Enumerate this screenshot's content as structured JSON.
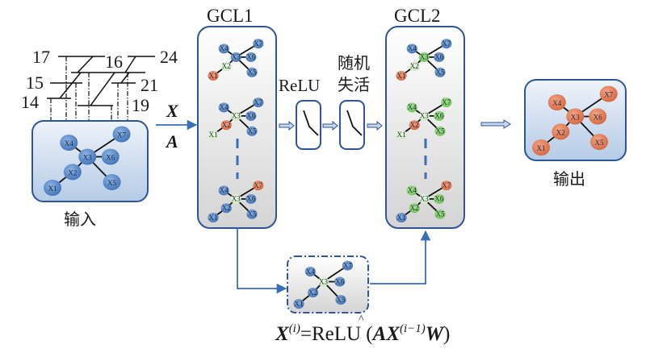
{
  "colors": {
    "box_border": "#2f5597",
    "input_fill_top": "#e9f0f8",
    "input_fill_bottom": "#b9cde6",
    "panel_fill_top": "#ffffff",
    "panel_fill_bottom": "#d6d6d6",
    "node_blue": "#4a7ec4",
    "node_orange": "#e07a55",
    "node_green": "#7fcf6a",
    "node_light_green": "#d7f0c8",
    "arrow_blue": "#3a6fb8"
  },
  "input": {
    "label": "输入",
    "tree_labels": [
      "17",
      "16",
      "24",
      "15",
      "21",
      "14",
      "19"
    ],
    "nodes": [
      "X1",
      "X2",
      "X3",
      "X4",
      "X5",
      "X6",
      "X7"
    ]
  },
  "input_arrow": {
    "top_label": "X",
    "bottom_label": "A"
  },
  "gcl1": {
    "title": "GCL1",
    "graphs": [
      {
        "colors": {
          "X1": "orange",
          "X2": "lightgreen",
          "X3": "blue",
          "X4": "blue",
          "X5": "blue",
          "X6": "blue",
          "X7": "blue"
        }
      },
      {
        "colors": {
          "X1": "lightgreen",
          "X2": "orange",
          "X3": "lightgreen",
          "X4": "blue",
          "X5": "blue",
          "X6": "blue",
          "X7": "blue"
        }
      },
      {
        "colors": {
          "X1": "blue",
          "X2": "blue",
          "X3": "lightgreen",
          "X4": "blue",
          "X5": "blue",
          "X6": "blue",
          "X7": "orange"
        }
      }
    ]
  },
  "activation": {
    "relu_label": "ReLU",
    "dropout_label_line1": "随机",
    "dropout_label_line2": "失活"
  },
  "gcl2": {
    "title": "GCL2",
    "graphs": [
      {
        "colors": {
          "X1": "orange",
          "X2": "lightgreen",
          "X3": "green",
          "X4": "blue",
          "X5": "blue",
          "X6": "blue",
          "X7": "blue"
        }
      },
      {
        "colors": {
          "X1": "lightgreen",
          "X2": "orange",
          "X3": "lightgreen",
          "X4": "green",
          "X5": "green",
          "X6": "green",
          "X7": "green"
        }
      },
      {
        "colors": {
          "X1": "blue",
          "X2": "green",
          "X3": "lightgreen",
          "X4": "green",
          "X5": "green",
          "X6": "green",
          "X7": "orange"
        }
      }
    ]
  },
  "aggregation": {
    "colors": {
      "X1": "blue",
      "X2": "blue",
      "X3": "lightgreen",
      "X4": "blue",
      "X5": "blue",
      "X6": "blue",
      "X7": "blue"
    },
    "formula": {
      "lhs": "X",
      "lhs_sup": "(i)",
      "eq": "=ReLU (",
      "a_hat": "A",
      "x": "X",
      "x_sup": "(i−1)",
      "w": "W",
      "close": ")"
    }
  },
  "output": {
    "label": "输出",
    "node_color": "orange",
    "nodes": [
      "X1",
      "X2",
      "X3",
      "X4",
      "X5",
      "X6",
      "X7"
    ]
  }
}
